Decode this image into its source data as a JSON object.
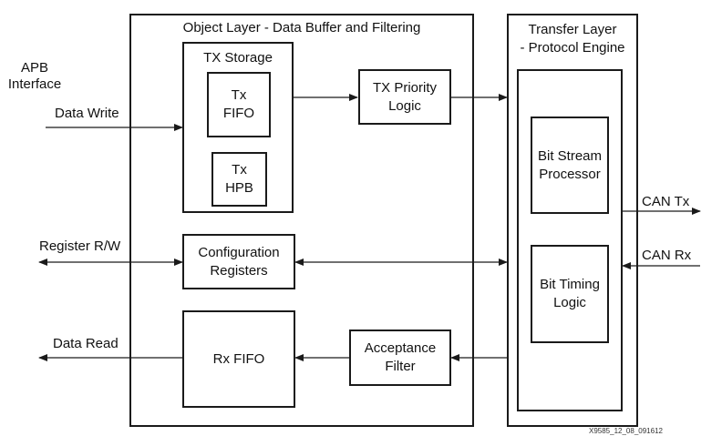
{
  "external": {
    "apb_line1": "APB",
    "apb_line2": "Interface",
    "data_write": "Data Write",
    "register_rw": "Register R/W",
    "data_read": "Data Read",
    "can_tx": "CAN Tx",
    "can_rx": "CAN Rx"
  },
  "object_layer": {
    "title": "Object Layer - Data Buffer and Filtering",
    "tx_storage": {
      "title": "TX Storage",
      "tx_fifo_line1": "Tx",
      "tx_fifo_line2": "FIFO",
      "tx_hpb_line1": "Tx",
      "tx_hpb_line2": "HPB"
    },
    "tx_priority_line1": "TX Priority",
    "tx_priority_line2": "Logic",
    "config_line1": "Configuration",
    "config_line2": "Registers",
    "rx_fifo": "Rx FIFO",
    "acceptance_line1": "Acceptance",
    "acceptance_line2": "Filter"
  },
  "transfer_layer": {
    "title_line1": "Transfer Layer",
    "title_line2": "- Protocol Engine",
    "bsp_line1": "Bit Stream",
    "bsp_line2": "Processor",
    "btl_line1": "Bit Timing",
    "btl_line2": "Logic"
  },
  "figure_id": "X9585_12_08_091612"
}
